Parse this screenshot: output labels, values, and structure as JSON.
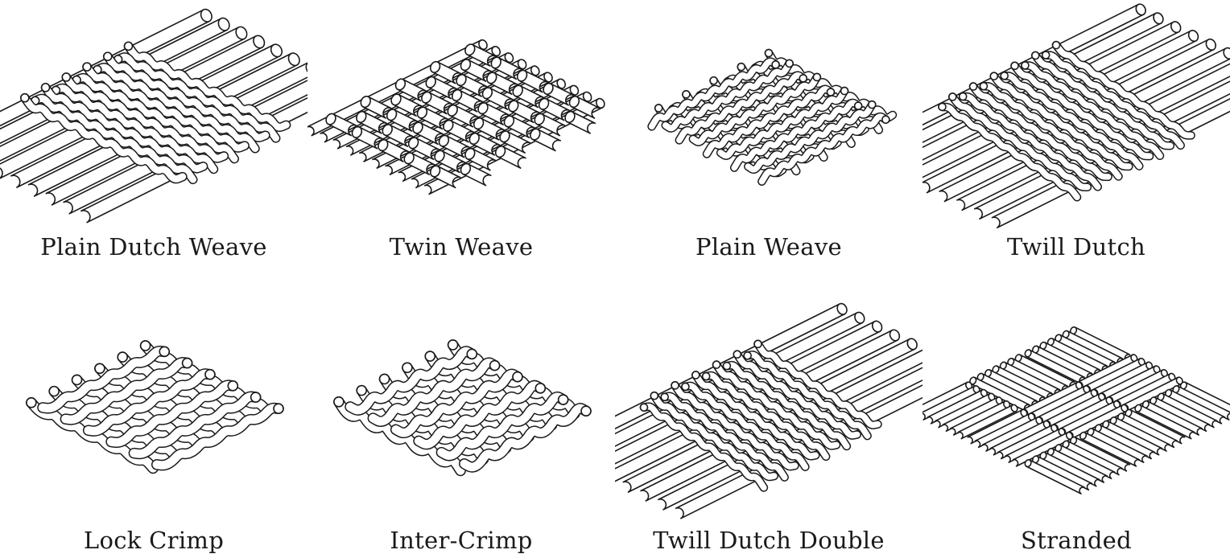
{
  "items": [
    {
      "label": "Plain Dutch Weave",
      "pattern": "plain-dutch"
    },
    {
      "label": "Twin Weave",
      "pattern": "twin"
    },
    {
      "label": "Plain Weave",
      "pattern": "plain"
    },
    {
      "label": "Twill Dutch",
      "pattern": "twill-dutch"
    },
    {
      "label": "Lock Crimp",
      "pattern": "lock-crimp"
    },
    {
      "label": "Inter-Crimp",
      "pattern": "inter-crimp"
    },
    {
      "label": "Twill Dutch Double",
      "pattern": "twill-dutch-double"
    },
    {
      "label": "Stranded",
      "pattern": "stranded"
    }
  ],
  "style": {
    "line_color": "#1a1a1a",
    "background": "#ffffff"
  }
}
